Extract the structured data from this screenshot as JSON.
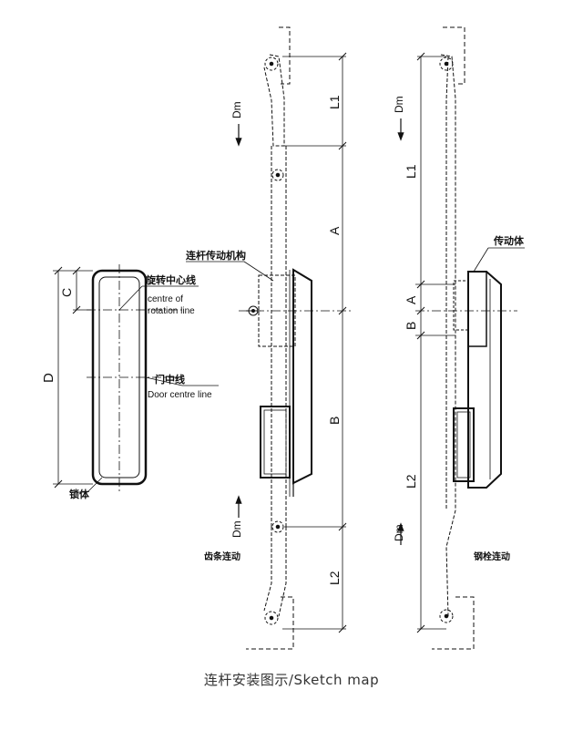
{
  "labels": {
    "dm": "Dm",
    "dim_c": "C",
    "dim_d": "D",
    "dim_a": "A",
    "dim_b": "B",
    "dim_l1": "L1",
    "dim_l2": "L2",
    "rotation_cn": "旋转中心线",
    "rotation_en_1": "centre of",
    "rotation_en_2": "rotation line",
    "door_centre_cn": "门中线",
    "door_centre_en": "Door centre line",
    "lock_body_cn": "锁体",
    "linkage_mech_cn": "连杆传动机构",
    "rack_drive_cn": "齿条连动",
    "transmission_body_cn": "传动体",
    "steel_bolt_drive_cn": "钢栓连动"
  },
  "caption": "连杆安装图示/Sketch map"
}
